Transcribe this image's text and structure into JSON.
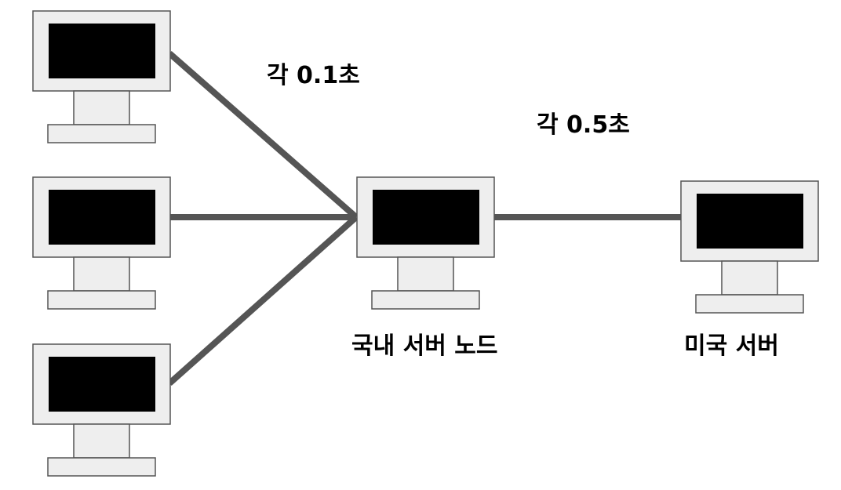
{
  "labels": {
    "local_link_latency": "각 0.1초",
    "remote_link_latency": "각 0.5초",
    "local_server_node": "국내 서버 노드",
    "us_server": "미국 서버"
  },
  "nodes": [
    {
      "id": "client-1",
      "icon": "computer-monitor-icon"
    },
    {
      "id": "client-2",
      "icon": "computer-monitor-icon"
    },
    {
      "id": "client-3",
      "icon": "computer-monitor-icon"
    },
    {
      "id": "local-server-node",
      "icon": "computer-monitor-icon"
    },
    {
      "id": "us-server",
      "icon": "computer-monitor-icon"
    }
  ],
  "links": [
    {
      "from": "client-1",
      "to": "local-server-node"
    },
    {
      "from": "client-2",
      "to": "local-server-node"
    },
    {
      "from": "client-3",
      "to": "local-server-node"
    },
    {
      "from": "local-server-node",
      "to": "us-server"
    }
  ],
  "colors": {
    "link": "#555555",
    "monitor_frame": "#eeeeee",
    "monitor_outline": "#555555",
    "screen": "#000000"
  }
}
